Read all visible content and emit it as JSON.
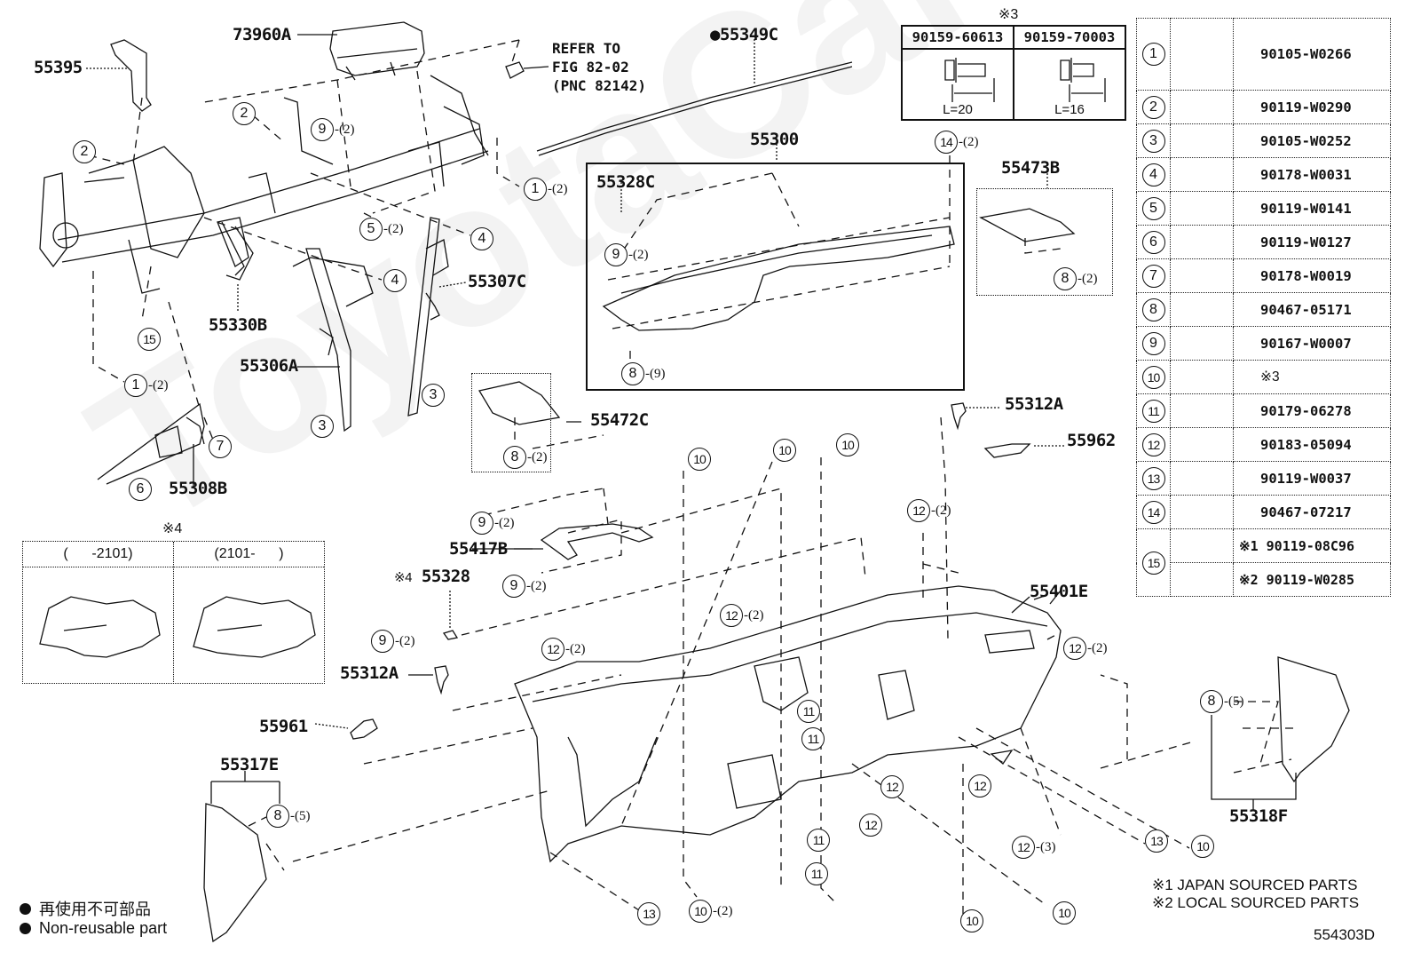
{
  "watermark": "ToyotaCarMine",
  "parts": {
    "p55395": "55395",
    "p73960A": "73960A",
    "p55349C": "55349C",
    "p55300": "55300",
    "p55328C": "55328C",
    "p55473B": "55473B",
    "p55330B": "55330B",
    "p55306A": "55306A",
    "p55307C": "55307C",
    "p55308B": "55308B",
    "p55472C": "55472C",
    "p55312A_top": "55312A",
    "p55962": "55962",
    "p55417B": "55417B",
    "p55328": "55328",
    "p55328_note": "※4",
    "p55401E": "55401E",
    "p55312A_left": "55312A",
    "p55961": "55961",
    "p55317E": "55317E",
    "p55318F": "55318F"
  },
  "refer": {
    "text": "REFER TO\nFIG 82-02\n(PNC 82142)"
  },
  "non_reusable_marker": "●",
  "callouts": [
    {
      "id": "c1",
      "num": "2",
      "qty": ""
    },
    {
      "id": "c2",
      "num": "2",
      "qty": ""
    },
    {
      "id": "c3",
      "num": "9",
      "qty": "-(2)"
    },
    {
      "id": "c4",
      "num": "1",
      "qty": "-(2)"
    },
    {
      "id": "c5",
      "num": "5",
      "qty": "-(2)"
    },
    {
      "id": "c6",
      "num": "4",
      "qty": ""
    },
    {
      "id": "c7",
      "num": "4",
      "qty": ""
    },
    {
      "id": "c8",
      "num": "15",
      "qty": ""
    },
    {
      "id": "c9",
      "num": "1",
      "qty": "-(2)"
    },
    {
      "id": "c10",
      "num": "3",
      "qty": ""
    },
    {
      "id": "c11",
      "num": "3",
      "qty": ""
    },
    {
      "id": "c12",
      "num": "7",
      "qty": ""
    },
    {
      "id": "c13",
      "num": "6",
      "qty": ""
    },
    {
      "id": "c14",
      "num": "9",
      "qty": "-(2)"
    },
    {
      "id": "c15",
      "num": "8",
      "qty": "-(9)"
    },
    {
      "id": "c16",
      "num": "14",
      "qty": "-(2)"
    },
    {
      "id": "c17",
      "num": "8",
      "qty": "-(2)"
    },
    {
      "id": "c18",
      "num": "8",
      "qty": "-(2)"
    },
    {
      "id": "c19",
      "num": "10",
      "qty": ""
    },
    {
      "id": "c20",
      "num": "10",
      "qty": ""
    },
    {
      "id": "c21",
      "num": "10",
      "qty": ""
    },
    {
      "id": "c22",
      "num": "9",
      "qty": "-(2)"
    },
    {
      "id": "c23",
      "num": "9",
      "qty": "-(2)"
    },
    {
      "id": "c24",
      "num": "9",
      "qty": "-(2)"
    },
    {
      "id": "c25",
      "num": "12",
      "qty": "-(2)"
    },
    {
      "id": "c26",
      "num": "12",
      "qty": "-(2)"
    },
    {
      "id": "c27",
      "num": "12",
      "qty": "-(2)"
    },
    {
      "id": "c28",
      "num": "12",
      "qty": "-(2)"
    },
    {
      "id": "c29",
      "num": "11",
      "qty": ""
    },
    {
      "id": "c30",
      "num": "11",
      "qty": ""
    },
    {
      "id": "c31",
      "num": "12",
      "qty": ""
    },
    {
      "id": "c32",
      "num": "12",
      "qty": ""
    },
    {
      "id": "c33",
      "num": "12",
      "qty": ""
    },
    {
      "id": "c34",
      "num": "11",
      "qty": ""
    },
    {
      "id": "c35",
      "num": "11",
      "qty": ""
    },
    {
      "id": "c36",
      "num": "12",
      "qty": "-(3)"
    },
    {
      "id": "c37",
      "num": "13",
      "qty": ""
    },
    {
      "id": "c38",
      "num": "10",
      "qty": ""
    },
    {
      "id": "c39",
      "num": "8",
      "qty": "-(5)"
    },
    {
      "id": "c40",
      "num": "8",
      "qty": "-(5)"
    },
    {
      "id": "c41",
      "num": "13",
      "qty": ""
    },
    {
      "id": "c42",
      "num": "10",
      "qty": "-(2)"
    },
    {
      "id": "c43",
      "num": "10",
      "qty": ""
    },
    {
      "id": "c44",
      "num": "10",
      "qty": ""
    }
  ],
  "note3": {
    "mark": "※3",
    "columns": [
      {
        "part": "90159-60613",
        "length": "L=20"
      },
      {
        "part": "90159-70003",
        "length": "L=16"
      }
    ]
  },
  "note4": {
    "mark": "※4",
    "columns": [
      {
        "range": "(      -2101)"
      },
      {
        "range": "(2101-      )"
      }
    ]
  },
  "fasteners": [
    {
      "num": "1",
      "part": "90105-W0266",
      "icon": "long-bolt-icon"
    },
    {
      "num": "2",
      "part": "90119-W0290",
      "icon": "flange-bolt-icon"
    },
    {
      "num": "3",
      "part": "90105-W0252",
      "icon": "short-bolt-icon"
    },
    {
      "num": "4",
      "part": "90178-W0031",
      "icon": "nut-icon"
    },
    {
      "num": "5",
      "part": "90119-W0141",
      "icon": "flange-bolt-icon"
    },
    {
      "num": "6",
      "part": "90119-W0127",
      "icon": "flange-bolt-icon"
    },
    {
      "num": "7",
      "part": "90178-W0019",
      "icon": "nut-icon"
    },
    {
      "num": "8",
      "part": "90467-05171",
      "icon": "clip-icon"
    },
    {
      "num": "9",
      "part": "90167-W0007",
      "icon": "screw-icon"
    },
    {
      "num": "10",
      "part": "※3",
      "icon": "screw-icon"
    },
    {
      "num": "11",
      "part": "90179-06278",
      "icon": "u-nut-icon"
    },
    {
      "num": "12",
      "part": "90183-05094",
      "icon": "spring-nut-icon"
    },
    {
      "num": "13",
      "part": "90119-W0037",
      "icon": "flange-bolt-icon"
    },
    {
      "num": "14",
      "part": "90467-07217",
      "icon": "grommet-icon"
    },
    {
      "num": "15",
      "part": "※1 90119-08C96",
      "part2": "※2 90119-W0285",
      "icon": "flange-bolt-icon"
    }
  ],
  "legend": {
    "jp": "再使用不可部品",
    "en": "Non-reusable part"
  },
  "notes": {
    "n1": "※1 JAPAN SOURCED PARTS",
    "n2": "※2 LOCAL SOURCED PARTS"
  },
  "diagram_code": "554303D"
}
